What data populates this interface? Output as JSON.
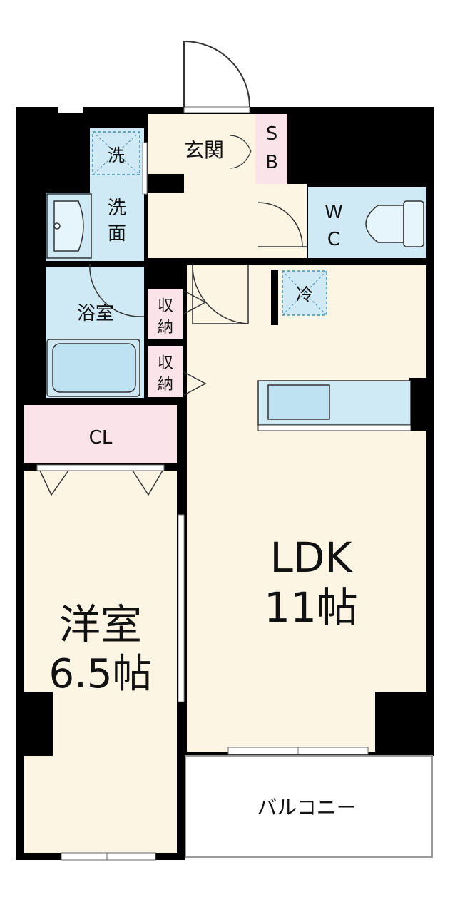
{
  "rooms": {
    "entrance": "玄関",
    "sb_1": "S",
    "sb_2": "B",
    "wc_1": "W",
    "wc_2": "C",
    "wash_machine": "洗",
    "washroom_1": "洗",
    "washroom_2": "面",
    "bathroom": "浴室",
    "storage1_1": "収",
    "storage1_2": "納",
    "storage2_1": "収",
    "storage2_2": "納",
    "fridge": "冷",
    "closet": "CL",
    "western_1": "洋室",
    "western_2": "6.5帖",
    "ldk_1": "LDK",
    "ldk_2": "11帖",
    "balcony": "バルコニー"
  },
  "colors": {
    "floor": "#fdf5e4",
    "wet_area": "#cfe9f5",
    "storage": "#fbe3ea",
    "wall": "#000000"
  }
}
